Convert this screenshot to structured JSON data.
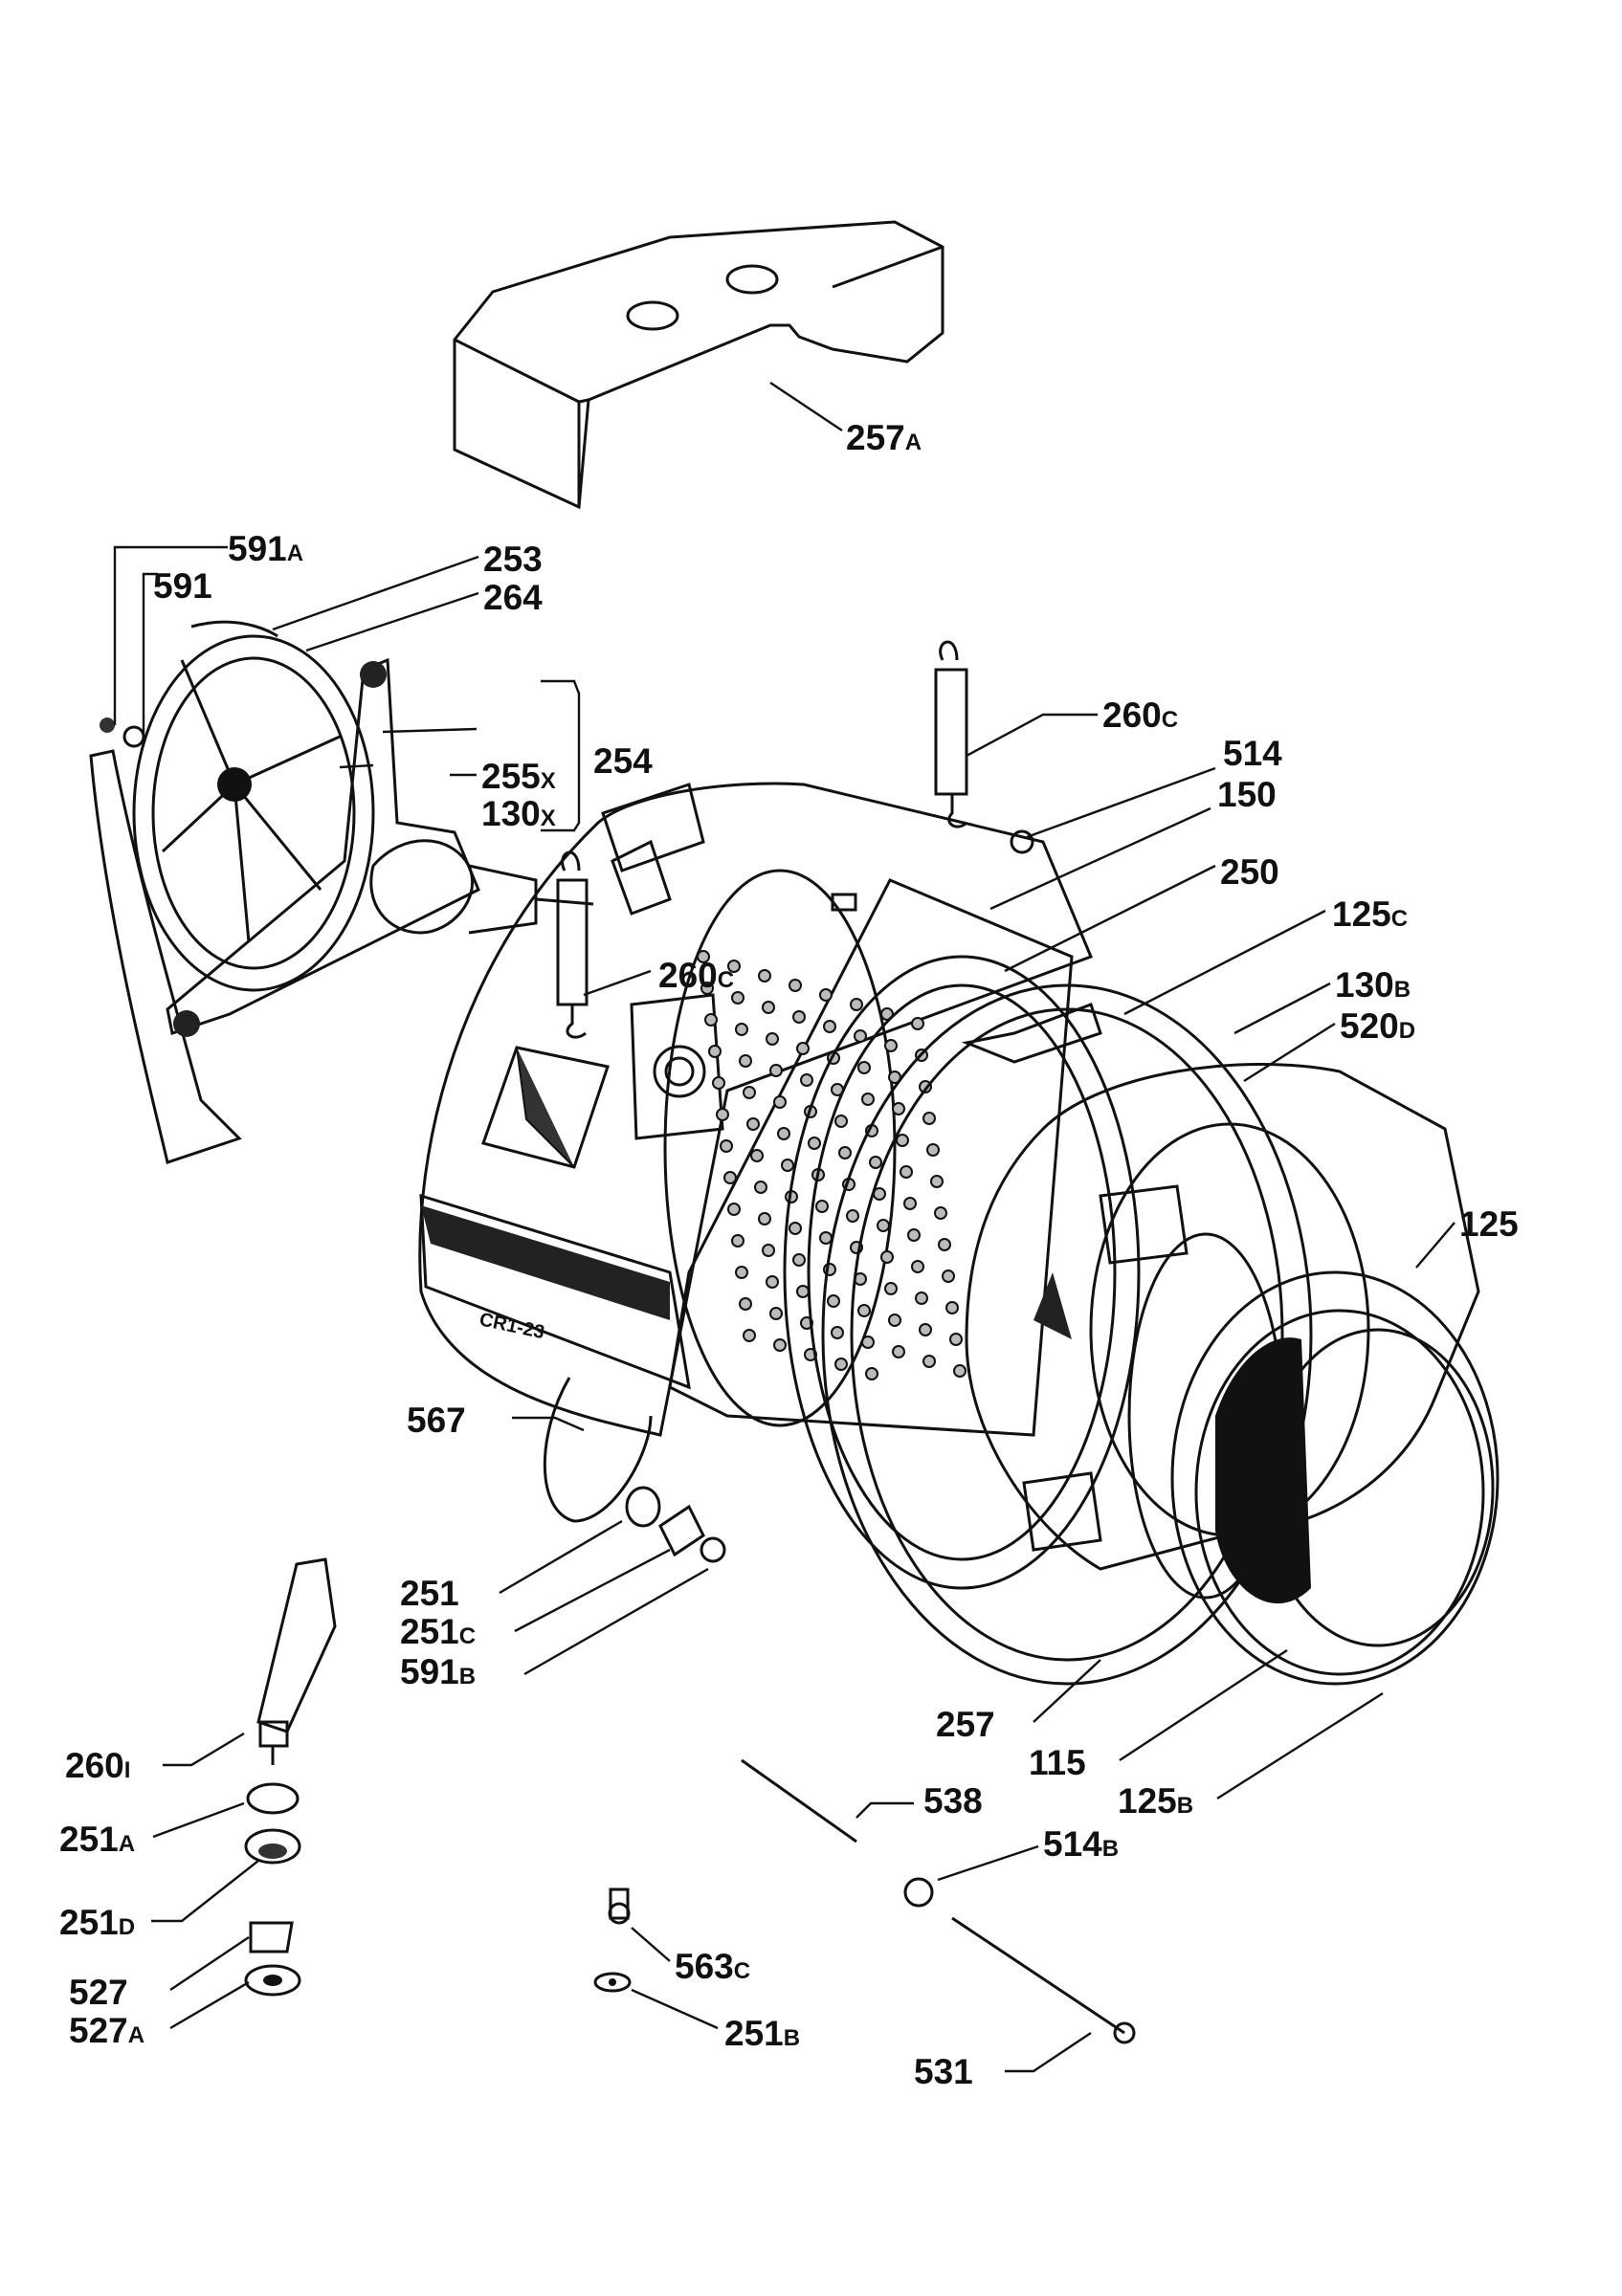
{
  "stamp": "CR1-23",
  "labels": {
    "l257a": {
      "num": "257",
      "sfx": "A"
    },
    "l591a": {
      "num": "591",
      "sfx": "A"
    },
    "l591": {
      "num": "591",
      "sfx": ""
    },
    "l253": {
      "num": "253",
      "sfx": ""
    },
    "l264": {
      "num": "264",
      "sfx": ""
    },
    "l254": {
      "num": "254",
      "sfx": ""
    },
    "l255x": {
      "num": "255",
      "sfx": "X"
    },
    "l130x": {
      "num": "130",
      "sfx": "X"
    },
    "l260c_top": {
      "num": "260",
      "sfx": "C"
    },
    "l514": {
      "num": "514",
      "sfx": ""
    },
    "l150": {
      "num": "150",
      "sfx": ""
    },
    "l250": {
      "num": "250",
      "sfx": ""
    },
    "l125c": {
      "num": "125",
      "sfx": "C"
    },
    "l260c_mid": {
      "num": "260",
      "sfx": "C"
    },
    "l130b": {
      "num": "130",
      "sfx": "B"
    },
    "l520d": {
      "num": "520",
      "sfx": "D"
    },
    "l125": {
      "num": "125",
      "sfx": ""
    },
    "l567": {
      "num": "567",
      "sfx": ""
    },
    "l251": {
      "num": "251",
      "sfx": ""
    },
    "l251c": {
      "num": "251",
      "sfx": "C"
    },
    "l591b": {
      "num": "591",
      "sfx": "B"
    },
    "l257": {
      "num": "257",
      "sfx": ""
    },
    "l115": {
      "num": "115",
      "sfx": ""
    },
    "l125b": {
      "num": "125",
      "sfx": "B"
    },
    "l260i": {
      "num": "260",
      "sfx": "I"
    },
    "l251a": {
      "num": "251",
      "sfx": "A"
    },
    "l251d": {
      "num": "251",
      "sfx": "D"
    },
    "l527": {
      "num": "527",
      "sfx": ""
    },
    "l527a": {
      "num": "527",
      "sfx": "A"
    },
    "l538": {
      "num": "538",
      "sfx": ""
    },
    "l514b": {
      "num": "514",
      "sfx": "B"
    },
    "l563c": {
      "num": "563",
      "sfx": "C"
    },
    "l251b": {
      "num": "251",
      "sfx": "B"
    },
    "l531": {
      "num": "531",
      "sfx": ""
    }
  }
}
